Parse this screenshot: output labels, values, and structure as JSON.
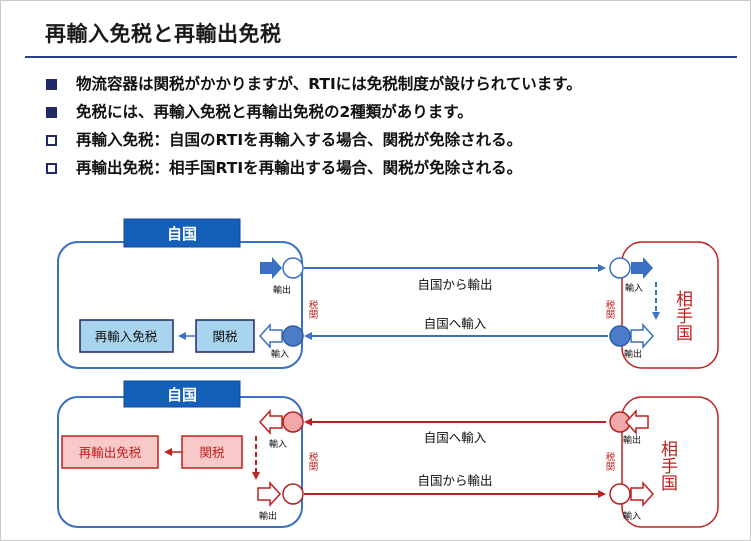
{
  "title": "再輸入免税と再輸出免税",
  "bullets": [
    {
      "marker": "filled",
      "text": "物流容器は関税がかかりますが、RTIには免税制度が設けられています。"
    },
    {
      "marker": "filled",
      "text": "免税には、再輸入免税と再輸出免税の2種類があります。"
    },
    {
      "marker": "hollow",
      "text": "再輸入免税：自国のRTIを再輸入する場合、関税が免除される。"
    },
    {
      "marker": "hollow",
      "text": "再輸出免税：相手国RTIを再輸出する場合、関税が免除される。"
    }
  ],
  "colors": {
    "blue": "#3a6fc4",
    "blue_dark": "#1f4e96",
    "blue_label": "#1460b8",
    "blue_box_fill": "#a9d4f0",
    "red": "#c0201f",
    "red_dark": "#b22222",
    "red_box_fill": "#f7c9c9",
    "red_circle": "#f0a8a8",
    "navy": "#1f2a66"
  },
  "diagram_top": {
    "home_label": "自国",
    "partner_label": "相手国",
    "export_label": "自国から輸出",
    "import_label": "自国へ輸入",
    "customs_left": "税関",
    "customs_right": "税関",
    "home_export": "輸出",
    "home_import": "輸入",
    "partner_import": "輸入",
    "partner_export": "輸出",
    "box_duty": "関税",
    "box_exemption": "再輸入免税"
  },
  "diagram_bottom": {
    "home_label": "自国",
    "partner_label": "相手国",
    "import_label": "自国へ輸入",
    "export_label": "自国から輸出",
    "customs_left": "税関",
    "customs_right": "税関",
    "home_import": "輸入",
    "home_export": "輸出",
    "partner_export": "輸出",
    "partner_import": "輸入",
    "box_duty": "関税",
    "box_exemption": "再輸出免税"
  }
}
